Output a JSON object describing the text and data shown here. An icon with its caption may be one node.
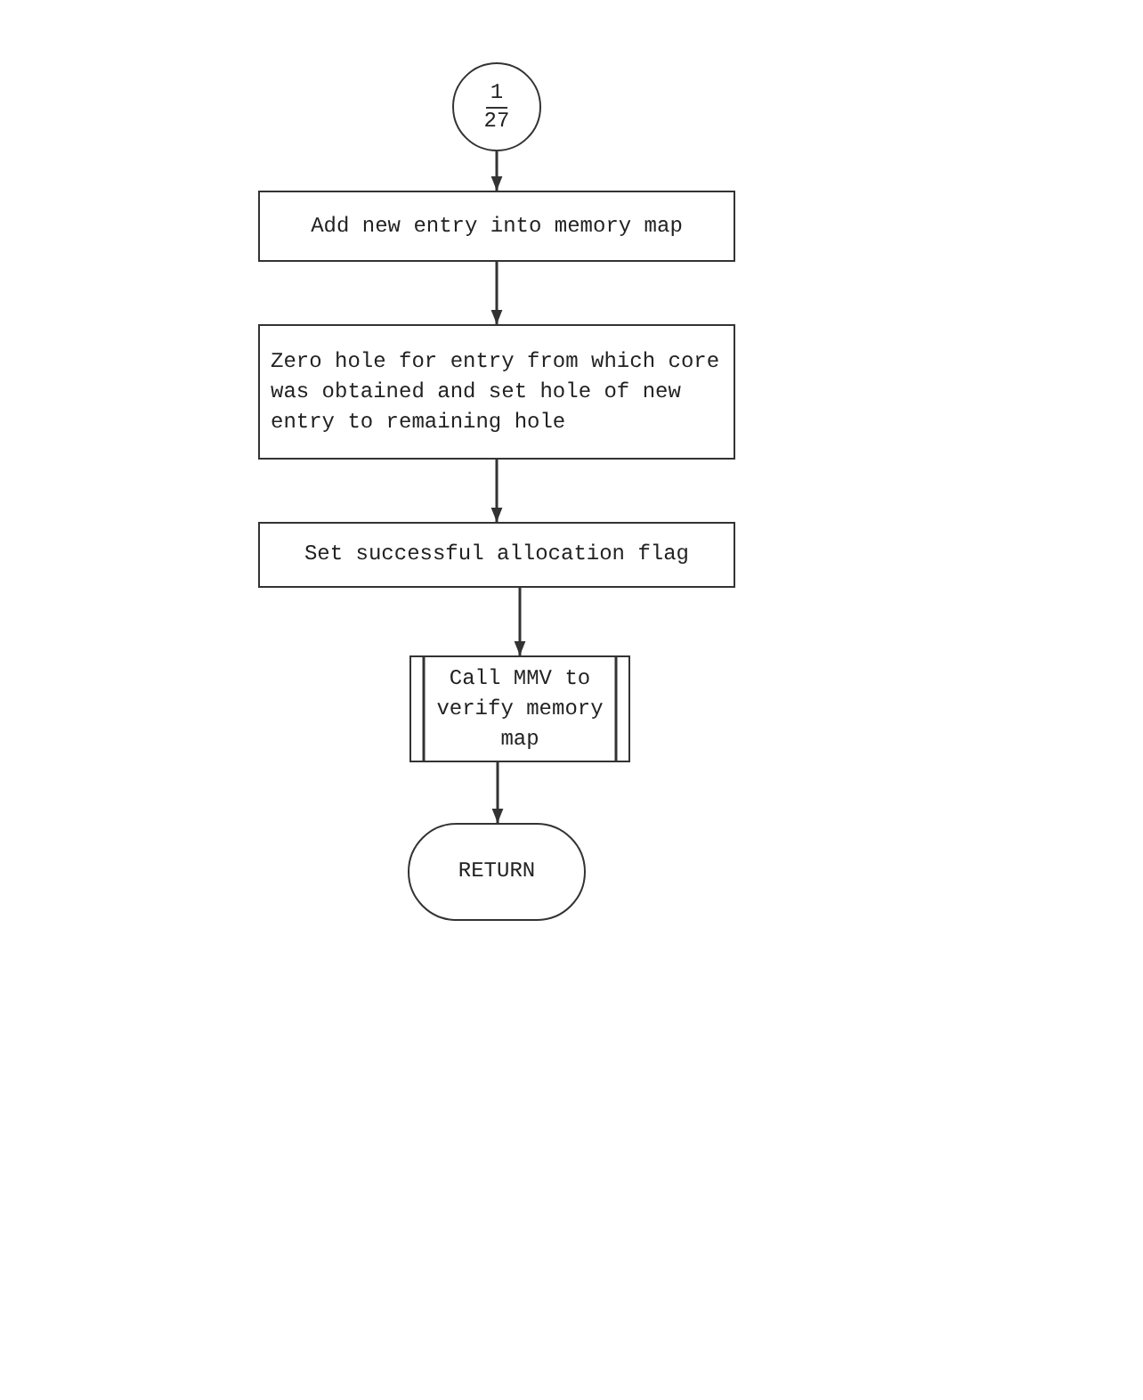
{
  "diagram": {
    "nodes": [
      {
        "text": [
          "1",
          "27"
        ]
      },
      {
        "text": [
          "Add new entry into memory map"
        ]
      },
      {
        "text": [
          "Zero hole for entry from which core was obtained and set hole of new entry to remaining hole"
        ]
      },
      {
        "text": [
          "Set successful allocation flag"
        ]
      },
      {
        "text": [
          "Call MMV to verify memory map"
        ]
      },
      {
        "text": [
          "RETURN"
        ]
      }
    ],
    "edges": [
      {
        "from": 0,
        "to": 1,
        "arrow": "to"
      },
      {
        "from": 1,
        "to": 2,
        "arrow": "to"
      },
      {
        "from": 2,
        "to": 3,
        "arrow": "to"
      },
      {
        "from": 3,
        "to": 4,
        "arrow": "to"
      },
      {
        "from": 4,
        "to": 5,
        "arrow": "to"
      }
    ]
  }
}
